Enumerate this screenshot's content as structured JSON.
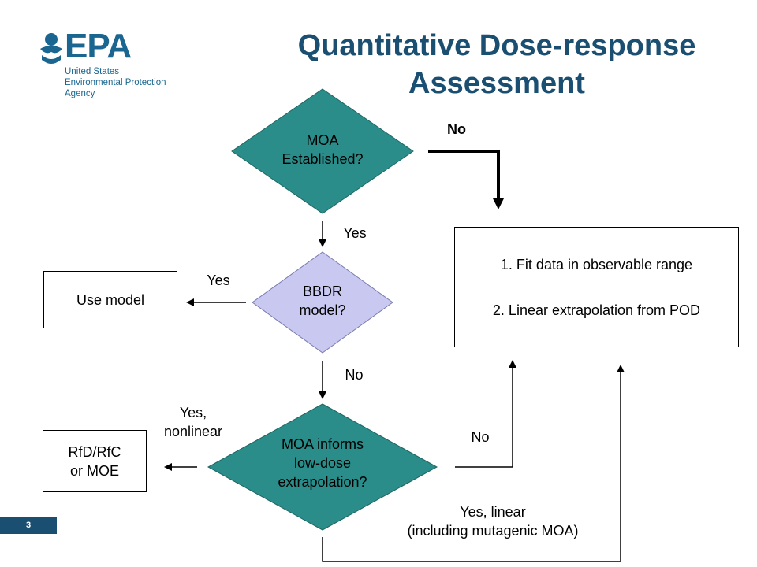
{
  "logo": {
    "wordmark": "EPA",
    "line1": "United States",
    "line2": "Environmental Protection",
    "line3": "Agency"
  },
  "title": {
    "line1": "Quantitative Dose-response",
    "line2": "Assessment"
  },
  "nodes": {
    "moa_established": {
      "line1": "MOA",
      "line2": "Established?"
    },
    "bbdr": {
      "line1": "BBDR",
      "line2": "model?"
    },
    "moa_informs": {
      "line1": "MOA informs",
      "line2": "low-dose",
      "line3": "extrapolation?"
    },
    "use_model": "Use model",
    "rfd": {
      "line1": "RfD/RfC",
      "line2": "or MOE"
    },
    "fit": {
      "line1": "1. Fit data in observable range",
      "line2": "2. Linear extrapolation from POD"
    }
  },
  "edge_labels": {
    "no_top": "No",
    "yes_1": "Yes",
    "yes_2": "Yes",
    "no_2": "No",
    "yes_nonlinear_1": "Yes,",
    "yes_nonlinear_2": "nonlinear",
    "no_3": "No",
    "yes_linear_1": "Yes, linear",
    "yes_linear_2": "(including mutagenic MOA)"
  },
  "colors": {
    "teal": "#2a8d8a",
    "lavender": "#c8c8f0",
    "epa_blue": "#1a6690",
    "title_blue": "#1b4f72"
  },
  "slide_number": "3"
}
